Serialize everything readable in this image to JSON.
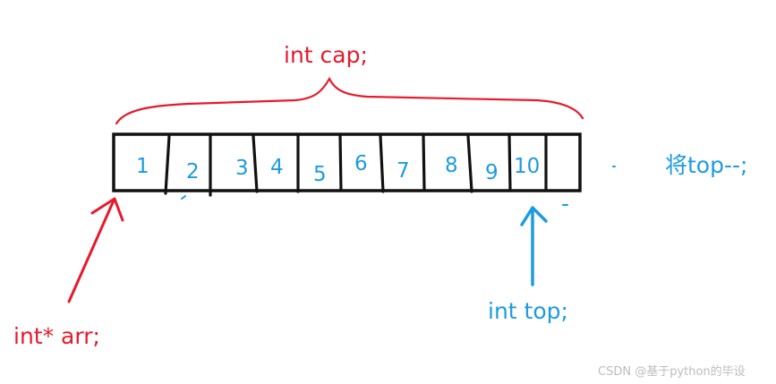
{
  "labels": {
    "capacity": "int cap;",
    "array_pointer": "int* arr;",
    "top_index": "int top;",
    "action": "将top--;"
  },
  "cells": [
    "1",
    "2",
    "3",
    "4",
    "5",
    "6",
    "7",
    "8",
    "9",
    "10",
    ""
  ],
  "watermark": "CSDN @基于python的毕设",
  "colors": {
    "red": "#e8192c",
    "blue": "#1d9be0",
    "black": "#111111",
    "watermark": "#bdbdbd"
  }
}
